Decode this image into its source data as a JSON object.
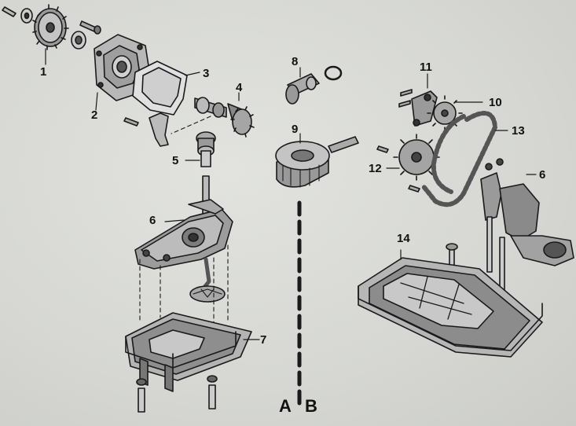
{
  "labels": {
    "1": "1",
    "2": "2",
    "3": "3",
    "4": "4",
    "5": "5",
    "6a": "6",
    "6b": "6",
    "7": "7",
    "8": "8",
    "9": "9",
    "10": "10",
    "11": "11",
    "12": "12",
    "13": "13",
    "14": "14"
  },
  "sections": {
    "a": "A",
    "b": "B"
  }
}
